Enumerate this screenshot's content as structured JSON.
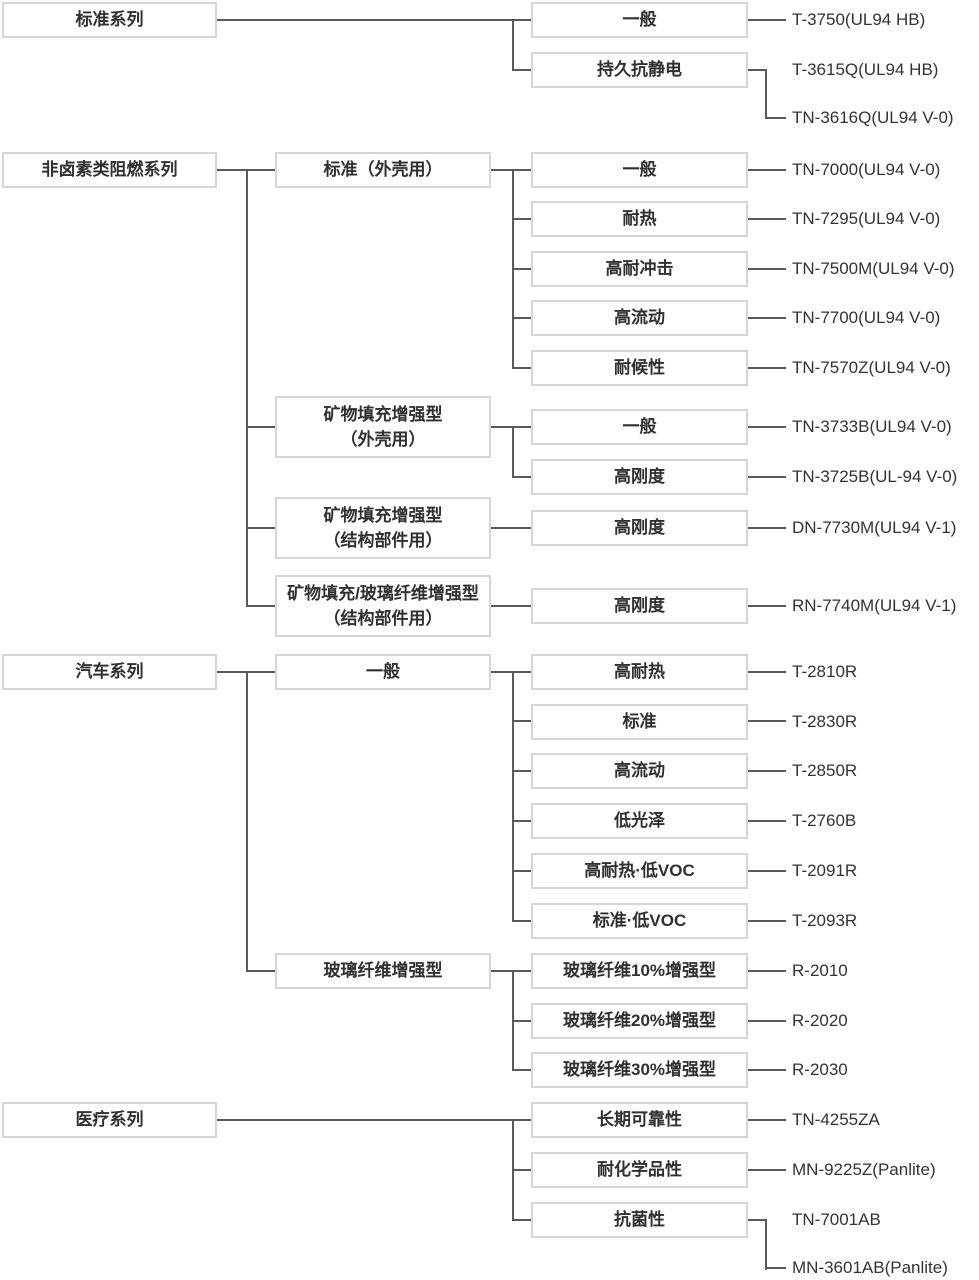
{
  "colors": {
    "line": "#5a5a5a",
    "box_border": "#d5d5d5",
    "text": "#303030"
  },
  "tree": {
    "series": [
      {
        "name": "标准系列",
        "groups": [
          {
            "name": "",
            "leaves": [
              {
                "type": "一般",
                "grades": [
                  "T-3750(UL94 HB)"
                ]
              },
              {
                "type": "持久抗静电",
                "grades": [
                  "T-3615Q(UL94 HB)",
                  "TN-3616Q(UL94 V-0)"
                ]
              }
            ]
          }
        ]
      },
      {
        "name": "非卤素类阻燃系列",
        "groups": [
          {
            "name": "标准（外壳用）",
            "leaves": [
              {
                "type": "一般",
                "grades": [
                  "TN-7000(UL94 V-0)"
                ]
              },
              {
                "type": "耐热",
                "grades": [
                  "TN-7295(UL94 V-0)"
                ]
              },
              {
                "type": "高耐冲击",
                "grades": [
                  "TN-7500M(UL94 V-0)"
                ]
              },
              {
                "type": "高流动",
                "grades": [
                  "TN-7700(UL94 V-0)"
                ]
              },
              {
                "type": "耐候性",
                "grades": [
                  "TN-7570Z(UL94 V-0)"
                ]
              }
            ]
          },
          {
            "name": "矿物填充增强型\n（外壳用）",
            "leaves": [
              {
                "type": "一般",
                "grades": [
                  "TN-3733B(UL94 V-0)"
                ]
              },
              {
                "type": "高刚度",
                "grades": [
                  "TN-3725B(UL-94 V-0)"
                ]
              }
            ]
          },
          {
            "name": "矿物填充增强型\n（结构部件用）",
            "leaves": [
              {
                "type": "高刚度",
                "grades": [
                  "DN-7730M(UL94 V-1)"
                ]
              }
            ]
          },
          {
            "name": "矿物填充/玻璃纤维增强型\n（结构部件用）",
            "leaves": [
              {
                "type": "高刚度",
                "grades": [
                  "RN-7740M(UL94 V-1)"
                ]
              }
            ]
          }
        ]
      },
      {
        "name": "汽车系列",
        "groups": [
          {
            "name": "一般",
            "leaves": [
              {
                "type": "高耐热",
                "grades": [
                  "T-2810R"
                ]
              },
              {
                "type": "标准",
                "grades": [
                  "T-2830R"
                ]
              },
              {
                "type": "高流动",
                "grades": [
                  "T-2850R"
                ]
              },
              {
                "type": "低光泽",
                "grades": [
                  "T-2760B"
                ]
              },
              {
                "type": "高耐热·低VOC",
                "grades": [
                  "T-2091R"
                ]
              },
              {
                "type": "标准·低VOC",
                "grades": [
                  "T-2093R"
                ]
              }
            ]
          },
          {
            "name": "玻璃纤维增强型",
            "leaves": [
              {
                "type": "玻璃纤维10%增强型",
                "grades": [
                  "R-2010"
                ]
              },
              {
                "type": "玻璃纤维20%增强型",
                "grades": [
                  "R-2020"
                ]
              },
              {
                "type": "玻璃纤维30%增强型",
                "grades": [
                  "R-2030"
                ]
              }
            ]
          }
        ]
      },
      {
        "name": "医疗系列",
        "groups": [
          {
            "name": "",
            "leaves": [
              {
                "type": "长期可靠性",
                "grades": [
                  "TN-4255ZA"
                ]
              },
              {
                "type": "耐化学品性",
                "grades": [
                  "MN-9225Z(Panlite)"
                ]
              },
              {
                "type": "抗菌性",
                "grades": [
                  "TN-7001AB",
                  "MN-3601AB(Panlite)"
                ]
              }
            ]
          }
        ]
      }
    ]
  }
}
